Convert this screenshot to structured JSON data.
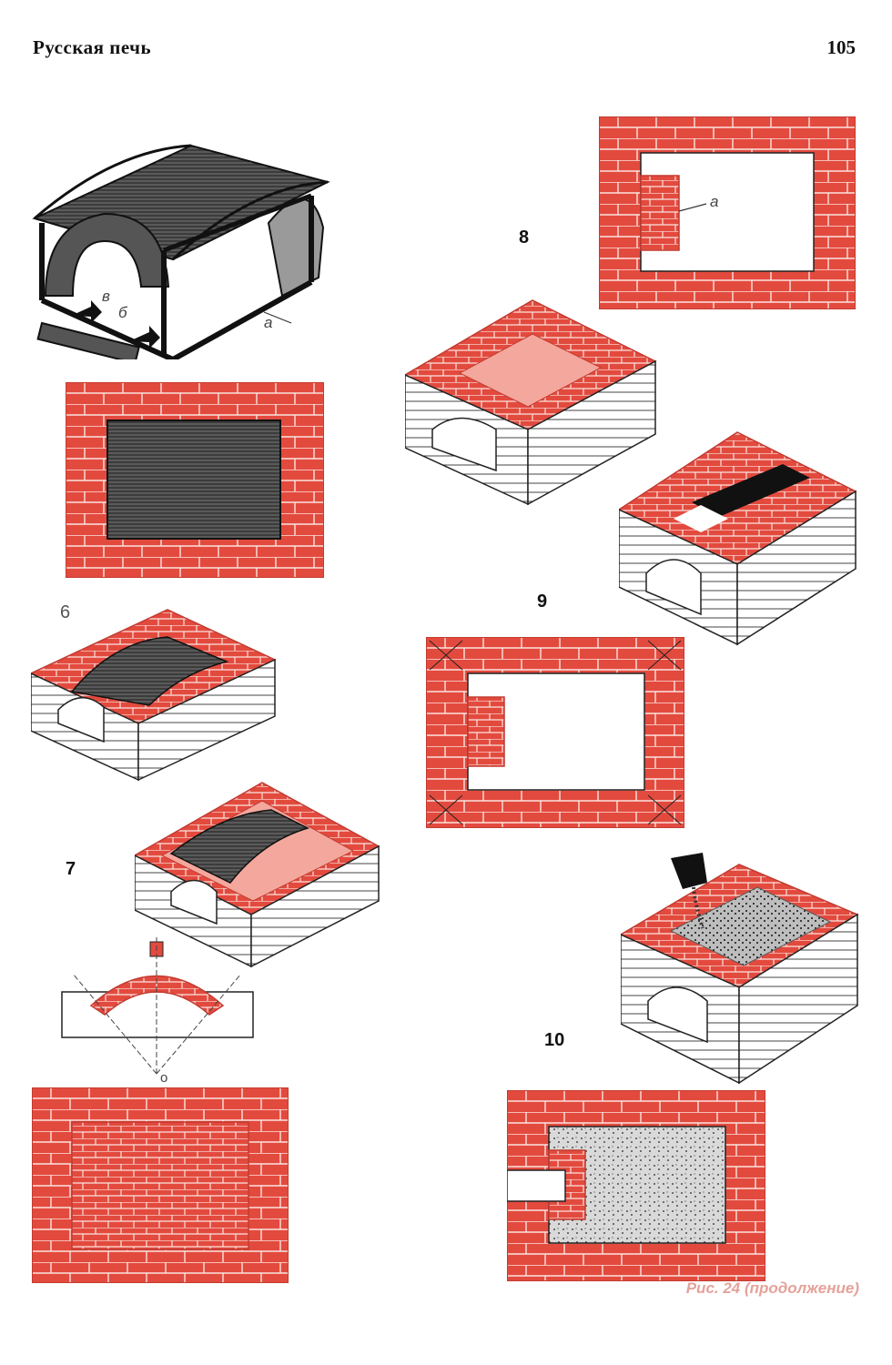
{
  "header": {
    "title": "Русская печь",
    "page_number": "105"
  },
  "figure_labels": {
    "step6": "6",
    "step7": "7",
    "step8": "8",
    "step9": "9",
    "step10": "10"
  },
  "annotations": {
    "a": "а",
    "b": "б",
    "v": "в",
    "o": "о"
  },
  "caption": "Рис. 24 (продолжение)",
  "colors": {
    "brick": "#e34a3e",
    "brick_light": "#f4a79c",
    "line": "#222222",
    "wood": "#3c3c3c"
  }
}
